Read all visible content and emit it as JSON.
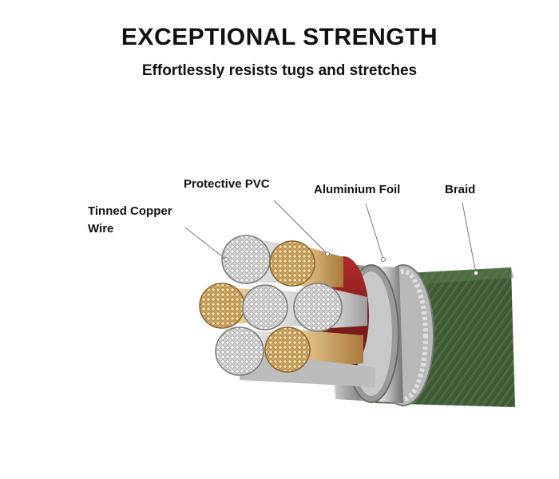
{
  "header": {
    "title": "EXCEPTIONAL STRENGTH",
    "subtitle": "Effortlessly resists tugs and stretches"
  },
  "callouts": {
    "tinned_copper_line1": "Tinned Copper",
    "tinned_copper_line2": "Wire",
    "protective_pvc": "Protective PVC",
    "aluminium_foil": "Aluminium Foil",
    "braid": "Braid"
  },
  "colors": {
    "braid_green": "#3f5a36",
    "copper": "#d9b46a",
    "tinned_silver": "#cfcfcf",
    "foil_silver": "#9a9a9a",
    "pvc_red": "#8e1c1c"
  }
}
